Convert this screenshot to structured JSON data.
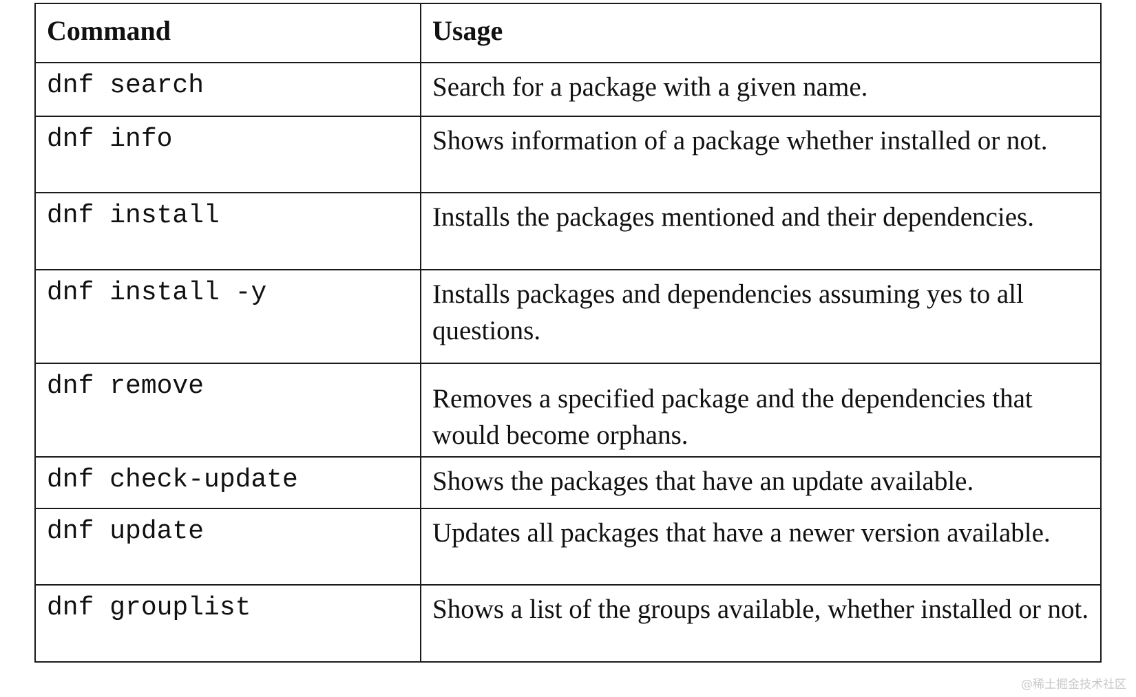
{
  "table": {
    "headers": [
      "Command",
      "Usage"
    ],
    "rows": [
      {
        "command": "dnf search",
        "usage": "Search for a package with a given name."
      },
      {
        "command": "dnf info",
        "usage": "Shows information of a package whether installed or not."
      },
      {
        "command": "dnf install",
        "usage": "Installs the packages mentioned and their dependencies."
      },
      {
        "command": "dnf install -y",
        "usage": "Installs packages and dependencies assuming yes to all questions."
      },
      {
        "command": "dnf remove",
        "usage": "Removes a specified package and the dependencies that would become orphans."
      },
      {
        "command": "dnf check-update",
        "usage": "Shows the packages that have an update available."
      },
      {
        "command": "dnf update",
        "usage": "Updates all packages that have a newer version available."
      },
      {
        "command": "dnf grouplist",
        "usage": "Shows a list of the groups available, whether installed or not."
      }
    ]
  },
  "watermark": "@稀土掘金技术社区"
}
